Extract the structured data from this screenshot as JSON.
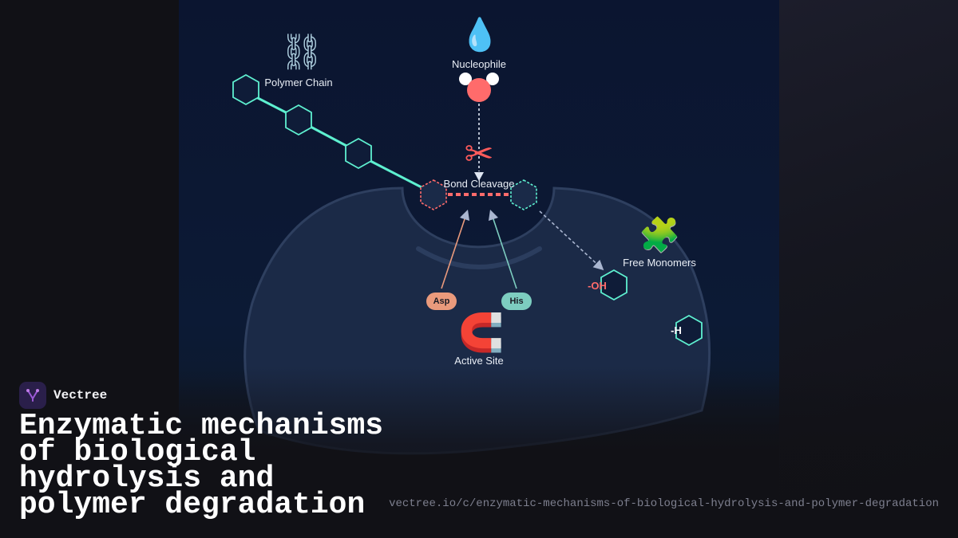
{
  "brand": {
    "name": "Vectree",
    "logo_icon": "vectree-logo-icon",
    "accent": "#9b59d6"
  },
  "title": "Enzymatic mechanisms of biological hydrolysis and polymer degradation",
  "url": "vectree.io/c/enzymatic-mechanisms-of-biological-hydrolysis-and-polymer-degradation",
  "diagram": {
    "labels": {
      "polymer_chain": "Polymer Chain",
      "nucleophile": "Nucleophile",
      "bond_cleavage": "Bond Cleavage",
      "free_monomers": "Free Monomers",
      "active_site": "Active Site",
      "oh_group": "-OH",
      "h_group": "-H"
    },
    "residues": {
      "asp": "Asp",
      "his": "His"
    },
    "icons": {
      "polymer_chain": "chain-icon",
      "nucleophile": "water-drop-icon",
      "bond_cleavage": "scissors-icon",
      "free_monomers": "puzzle-piece-icon",
      "active_site": "magnet-icon"
    },
    "glyphs": {
      "chain": "⛓",
      "drop": "💧",
      "scissors": "✂",
      "puzzle": "🧩",
      "magnet": "🧲"
    },
    "colors": {
      "monomer": "#5ef0d0",
      "cleaved_bond": "#ff6b6b",
      "oxygen": "#ff6b6b",
      "hydrogen": "#ffffff",
      "asp": "#ea9a7c",
      "his": "#7dcdc0",
      "enzyme": "#1b2a47"
    }
  }
}
